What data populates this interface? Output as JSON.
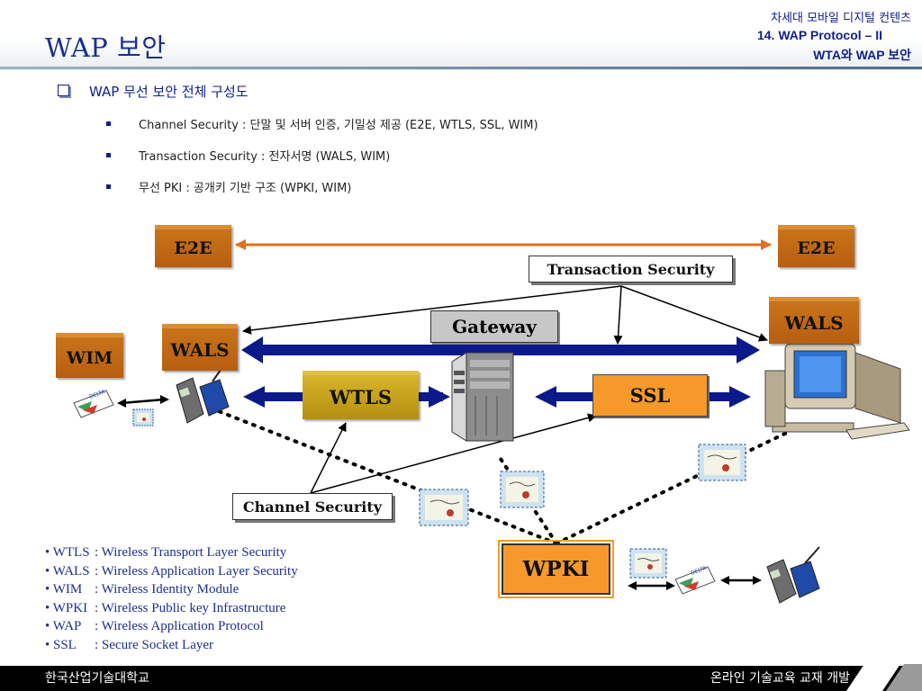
{
  "header": {
    "title": "WAP 보안",
    "line1": "차세대 모바일 디지털 컨텐츠",
    "line2": "14. WAP Protocol – II",
    "line3": "WTA와 WAP 보안"
  },
  "main_bullet": "WAP 무선 보안 전체 구성도",
  "sub_bullets": [
    "Channel Security : 단말 및 서버 인증, 기밀성 제공 (E2E, WTLS, SSL, WIM)",
    "Transaction Security : 전자서명 (WALS, WIM)",
    "무선 PKI : 공개키 기반 구조 (WPKI, WIM)"
  ],
  "diagram": {
    "e2e_left": "E2E",
    "e2e_right": "E2E",
    "transaction_security": "Transaction Security",
    "gateway": "Gateway",
    "wals_left": "WALS",
    "wals_right": "WALS",
    "wim": "WIM",
    "wtls": "WTLS",
    "ssl": "SSL",
    "channel_security": "Channel Security",
    "wpki": "WPKI",
    "card_label": "DELTA"
  },
  "legend": [
    {
      "key": "• WTLS",
      "value": ": Wireless Transport Layer Security"
    },
    {
      "key": "• WALS",
      "value": ": Wireless Application Layer Security"
    },
    {
      "key": "• WIM",
      "value": ": Wireless Identity Module"
    },
    {
      "key": "• WPKI",
      "value": ": Wireless Public key Infrastructure"
    },
    {
      "key": "• WAP",
      "value": ": Wireless Application Protocol"
    },
    {
      "key": "• SSL",
      "value": ": Secure Socket Layer"
    }
  ],
  "footer": {
    "left": "한국산업기술대학교",
    "right": "온라인 기술교육 교재 개발"
  },
  "colors": {
    "title": "#1b2f8f",
    "box_orange": "#b85e10",
    "box_yellow": "#c9a21a",
    "arrow_blue": "#0a1a8a",
    "arrow_orange": "#e07020"
  },
  "icons": [
    "server-icon",
    "desktop-computer-icon",
    "mobile-phone-icon",
    "smart-card-icon",
    "certificate-icon"
  ]
}
